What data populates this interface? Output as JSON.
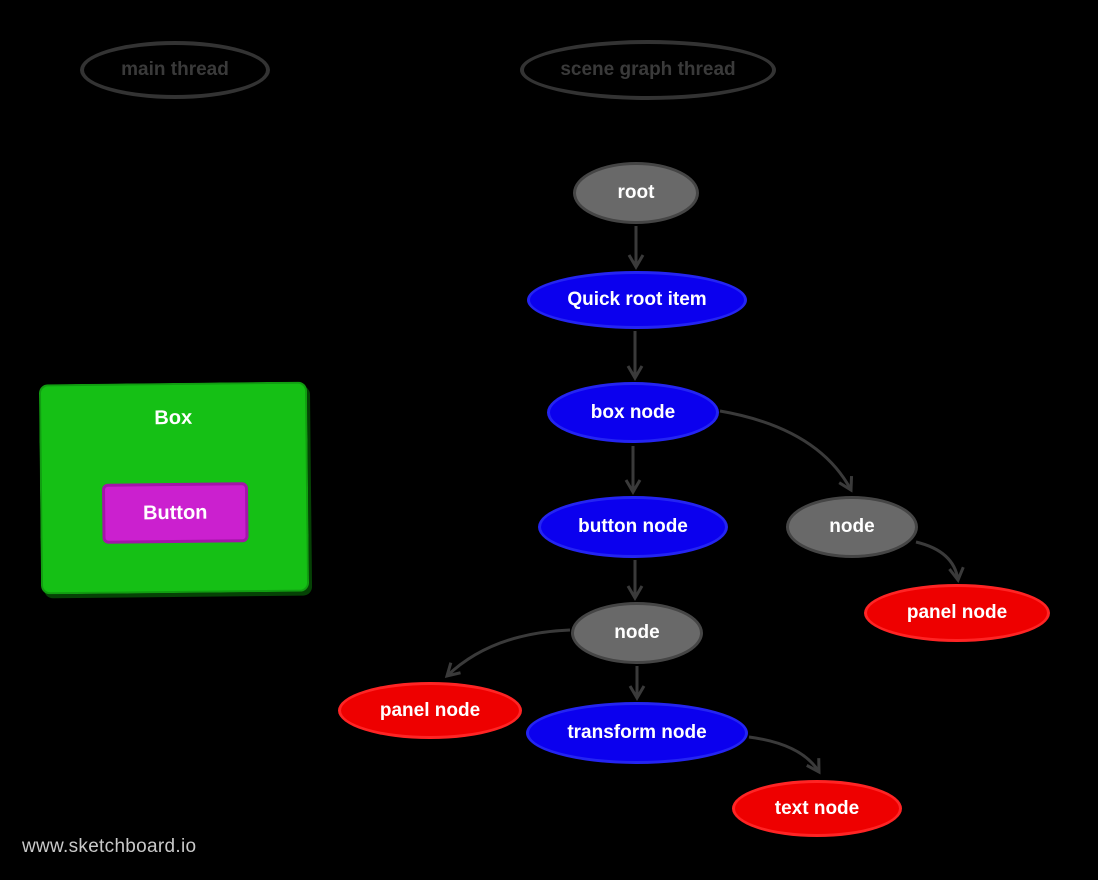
{
  "canvas": {
    "background": "#000000"
  },
  "watermark": {
    "text": "www.sketchboard.io",
    "color": "#c9c9c9"
  },
  "threads": {
    "main": {
      "label": "main thread"
    },
    "scene": {
      "label": "scene graph thread"
    }
  },
  "ui_preview": {
    "box": {
      "label": "Box",
      "fill": "#15c015",
      "border": "#0e9a0e"
    },
    "button": {
      "label": "Button",
      "fill": "#cb20cf",
      "border": "#a315a8"
    }
  },
  "graph": {
    "nodes": [
      {
        "id": "root",
        "label": "root",
        "kind": "gray"
      },
      {
        "id": "quick-root-item",
        "label": "Quick root item",
        "kind": "blue"
      },
      {
        "id": "box-node",
        "label": "box node",
        "kind": "blue"
      },
      {
        "id": "button-node",
        "label": "button node",
        "kind": "blue"
      },
      {
        "id": "node-right",
        "label": "node",
        "kind": "gray"
      },
      {
        "id": "panel-node-right",
        "label": "panel node",
        "kind": "red"
      },
      {
        "id": "node-middle",
        "label": "node",
        "kind": "gray"
      },
      {
        "id": "panel-node-left",
        "label": "panel node",
        "kind": "red"
      },
      {
        "id": "transform-node",
        "label": "transform node",
        "kind": "blue"
      },
      {
        "id": "text-node",
        "label": "text node",
        "kind": "red"
      }
    ],
    "edges": [
      {
        "from": "root",
        "to": "quick-root-item"
      },
      {
        "from": "quick-root-item",
        "to": "box-node"
      },
      {
        "from": "box-node",
        "to": "button-node"
      },
      {
        "from": "box-node",
        "to": "node-right"
      },
      {
        "from": "node-right",
        "to": "panel-node-right"
      },
      {
        "from": "button-node",
        "to": "node-middle"
      },
      {
        "from": "node-middle",
        "to": "panel-node-left"
      },
      {
        "from": "node-middle",
        "to": "transform-node"
      },
      {
        "from": "transform-node",
        "to": "text-node"
      }
    ],
    "colors": {
      "gray": {
        "fill": "#696969",
        "border": "#454545"
      },
      "blue": {
        "fill": "#0b00ee",
        "border": "#2424f2"
      },
      "red": {
        "fill": "#ee0000",
        "border": "#ff2424"
      },
      "arrow": "#3a3a3a",
      "outline": "#333333",
      "label": "#ffffff"
    }
  }
}
